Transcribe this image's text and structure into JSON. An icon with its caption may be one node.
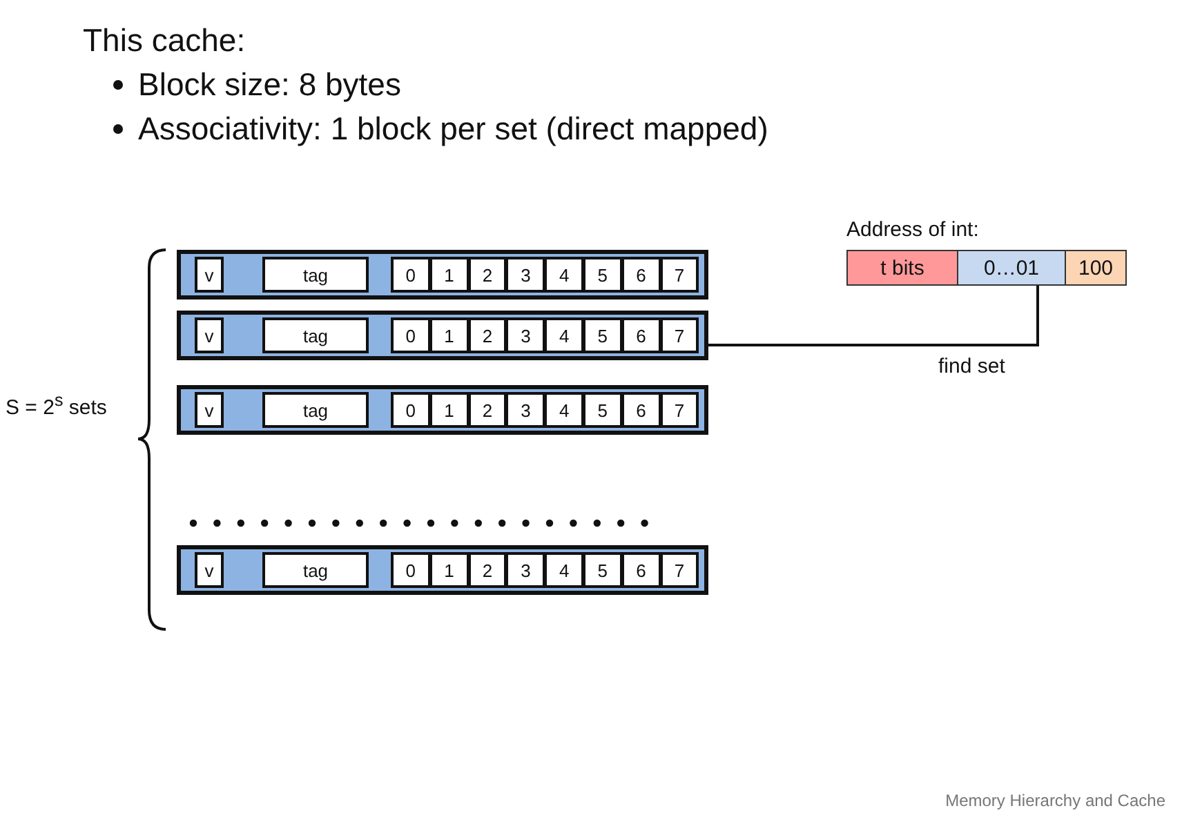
{
  "diagram": {
    "title": "This cache:",
    "nodes": [
      {
        "text": [],
        "shape": "box"
      },
      {
        "text": [
          "v"
        ],
        "in": 0
      },
      {
        "text": [
          "tag"
        ],
        "in": 0
      },
      {
        "text": [
          "0"
        ],
        "in": 0
      },
      {
        "text": [
          "1"
        ],
        "in": 0
      },
      {
        "text": [
          "2"
        ],
        "in": 0
      },
      {
        "text": [
          "3"
        ],
        "in": 0
      },
      {
        "text": [
          "4"
        ],
        "in": 0
      },
      {
        "text": [
          "5"
        ],
        "in": 0
      },
      {
        "text": [
          "6"
        ],
        "in": 0
      },
      {
        "text": [
          "7"
        ],
        "in": 0
      },
      {
        "text": [],
        "shape": "box"
      },
      {
        "text": [
          "v"
        ],
        "in": 11
      },
      {
        "text": [
          "tag"
        ],
        "in": 11
      },
      {
        "text": [
          "0"
        ],
        "in": 11
      },
      {
        "text": [
          "1"
        ],
        "in": 11
      },
      {
        "text": [
          "2"
        ],
        "in": 11
      },
      {
        "text": [
          "3"
        ],
        "in": 11
      },
      {
        "text": [
          "4"
        ],
        "in": 11
      },
      {
        "text": [
          "5"
        ],
        "in": 11
      },
      {
        "text": [
          "6"
        ],
        "in": 11
      },
      {
        "text": [
          "7"
        ],
        "in": 11
      },
      {
        "text": [],
        "shape": "box"
      },
      {
        "text": [
          "v"
        ],
        "in": 22
      },
      {
        "text": [
          "tag"
        ],
        "in": 22
      },
      {
        "text": [
          "0"
        ],
        "in": 22
      },
      {
        "text": [
          "1"
        ],
        "in": 22
      },
      {
        "text": [
          "2"
        ],
        "in": 22
      },
      {
        "text": [
          "3"
        ],
        "in": 22
      },
      {
        "text": [
          "4"
        ],
        "in": 22
      },
      {
        "text": [
          "5"
        ],
        "in": 22
      },
      {
        "text": [
          "6"
        ],
        "in": 22
      },
      {
        "text": [
          "7"
        ],
        "in": 22
      },
      {
        "text": [],
        "shape": "box"
      },
      {
        "text": [
          "v"
        ],
        "in": 33
      },
      {
        "text": [
          "tag"
        ],
        "in": 33
      },
      {
        "text": [
          "0"
        ],
        "in": 33
      },
      {
        "text": [
          "1"
        ],
        "in": 33
      },
      {
        "text": [
          "2"
        ],
        "in": 33
      },
      {
        "text": [
          "3"
        ],
        "in": 33
      },
      {
        "text": [
          "4"
        ],
        "in": 33
      },
      {
        "text": [
          "5"
        ],
        "in": 33
      },
      {
        "text": [
          "6"
        ],
        "in": 33
      },
      {
        "text": [
          "7"
        ],
        "in": 33
      },
      {
        "text": [
          "t bits"
        ]
      },
      {
        "text": [
          "0…01"
        ]
      },
      {
        "text": [
          "100"
        ]
      }
    ],
    "edges": [
      {
        "from": 45,
        "to": 11,
        "arrow": "none",
        "label": "find set"
      }
    ],
    "labels": [
      "Block size: 8 bytes",
      "Associativity: 1 block per set (direct mapped)",
      "Address of int:",
      "S = 2$^{s}$ sets",
      "Memory Hierarchy and Cache"
    ]
  }
}
